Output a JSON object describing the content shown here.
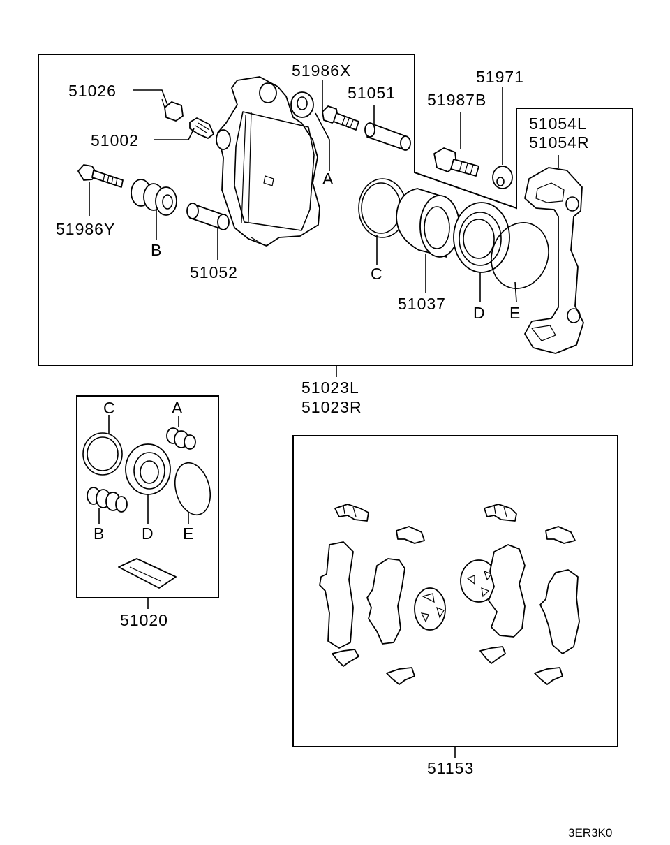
{
  "labels": {
    "p51026": "51026",
    "p51002": "51002",
    "p51986y": "51986Y",
    "p51986x": "51986X",
    "p51051": "51051",
    "p51052": "51052",
    "p51971": "51971",
    "p51987b": "51987B",
    "p51054l": "51054L",
    "p51054r": "51054R",
    "p51037": "51037",
    "p51023l": "51023L",
    "p51023r": "51023R",
    "p51020": "51020",
    "p51153": "51153",
    "a": "A",
    "b": "B",
    "c": "C",
    "d": "D",
    "e": "E"
  },
  "diagram_code": "3ER3K0"
}
